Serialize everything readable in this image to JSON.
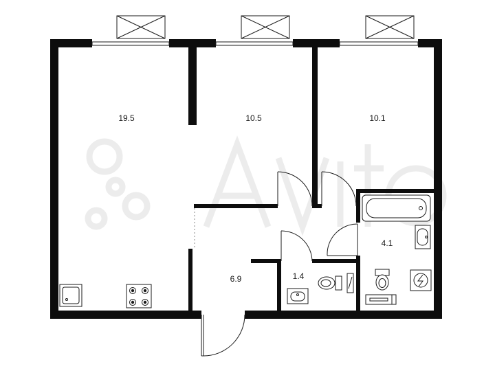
{
  "rooms": [
    {
      "id": "living-kitchen",
      "area": "19.5"
    },
    {
      "id": "bedroom-middle",
      "area": "10.5"
    },
    {
      "id": "bedroom-right",
      "area": "10.1"
    },
    {
      "id": "hallway",
      "area": "6.9"
    },
    {
      "id": "toilet",
      "area": "1.4"
    },
    {
      "id": "bathroom",
      "area": "4.1"
    }
  ],
  "colors": {
    "wall": "#0d0d0d",
    "line": "#1a1a1a",
    "watermark": "#ececec",
    "background": "#ffffff"
  },
  "icons": [
    "window-icon",
    "door-swing-icon",
    "bathtub-icon",
    "washbasin-icon",
    "toilet-icon",
    "washing-machine-icon",
    "stove-icon",
    "kitchen-sink-icon",
    "watermark-logo-icon"
  ]
}
